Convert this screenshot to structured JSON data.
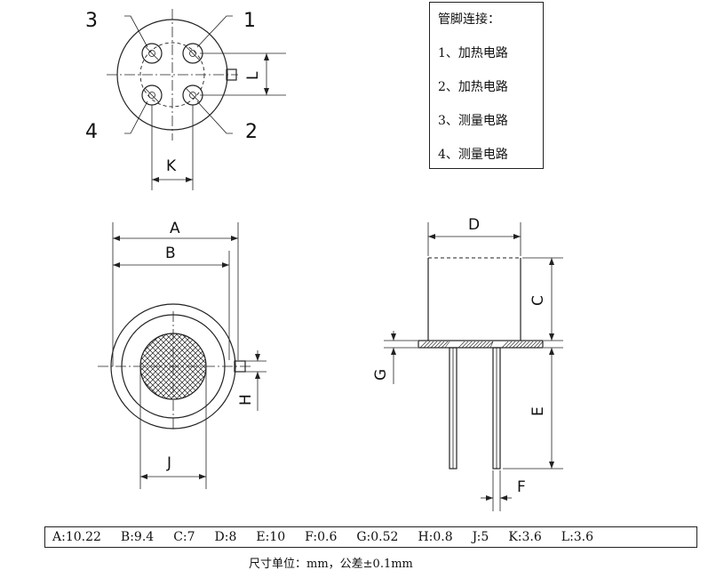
{
  "pin_numbers": [
    "3",
    "1",
    "4",
    "2"
  ],
  "dimension_labels": {
    "A": "A",
    "B": "B",
    "C": "C",
    "D": "D",
    "E": "E",
    "F": "F",
    "G": "G",
    "H": "H",
    "J": "J",
    "K": "K",
    "L": "L"
  },
  "legend": {
    "title": "管脚连接：",
    "items": [
      "1、加热电路",
      "2、加热电路",
      "3、测量电路",
      "4、测量电路"
    ]
  },
  "dimensions_table": [
    "A:10.22",
    "B:9.4",
    "C:7",
    "D:8",
    "E:10",
    "F:0.6",
    "G:0.52",
    "H:0.8",
    "J:5",
    "K:3.6",
    "L:3.6"
  ],
  "footnote": "尺寸单位：mm，公差±0.1mm"
}
